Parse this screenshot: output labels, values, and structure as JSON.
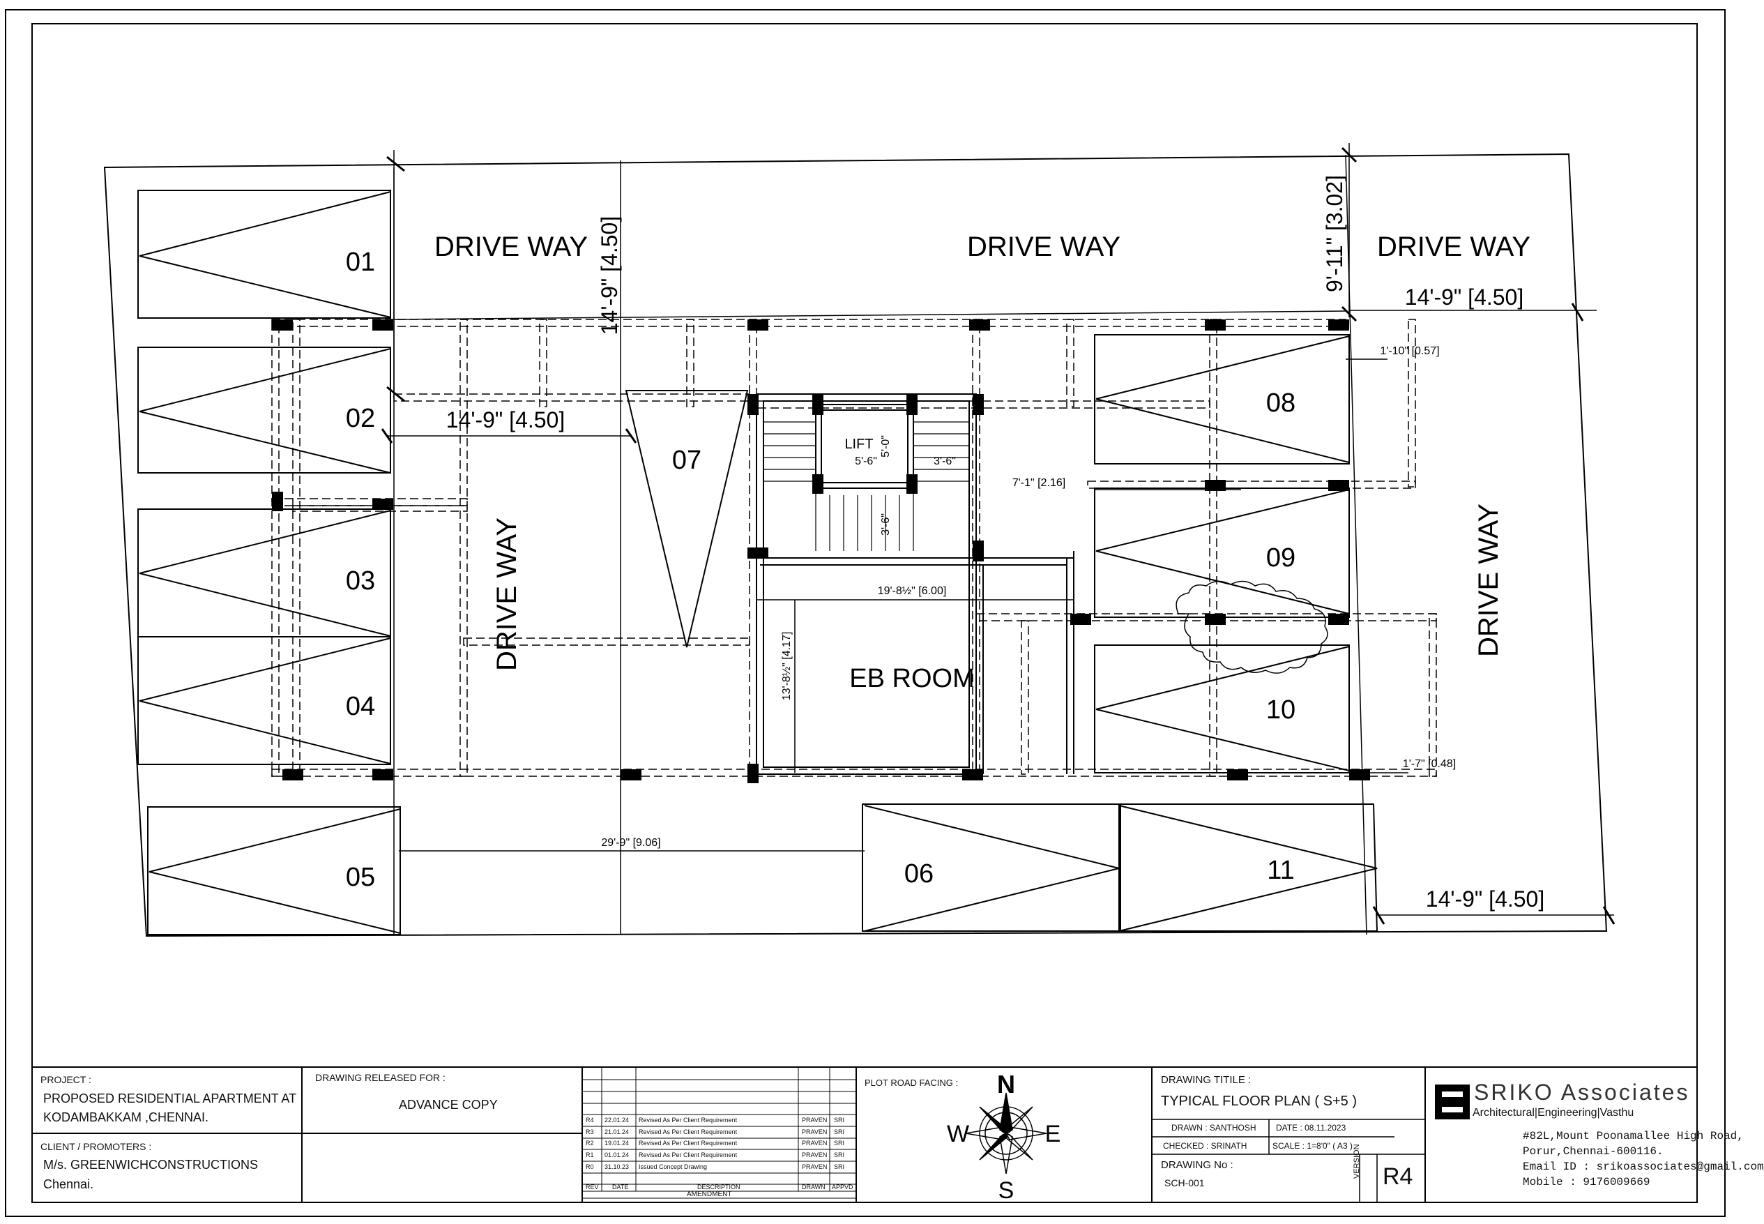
{
  "plan": {
    "drive_way_labels": [
      "DRIVE WAY",
      "DRIVE WAY",
      "DRIVE WAY",
      "DRIVE WAY",
      "DRIVE WAY"
    ],
    "parking_bays": [
      "01",
      "02",
      "03",
      "04",
      "05",
      "06",
      "07",
      "08",
      "09",
      "10",
      "11"
    ],
    "rooms": {
      "eb_room": "EB ROOM",
      "lift": "LIFT"
    },
    "dimensions": {
      "d_top_left_vertical": "14'-9\" [4.50]",
      "d_top_right_vertical": "9'-11\" [3.02]",
      "d_top_right_horizontal": "14'-9\" [4.50]",
      "d_left_horizontal": "14'-9\" [4.50]",
      "d_bottom_right": "14'-9\" [4.50]",
      "d_eb_width": "19'-8½\" [6.00]",
      "d_eb_height": "13'-8½\" [4.17]",
      "d_lobby": "7'-1\" [2.16]",
      "d_bottom_span": "29'-9\" [9.06]",
      "d_right_small_top": "1'-10\" [0.57]",
      "d_right_small_bottom": "1'-7\" [0.48]",
      "d_lift_w1": "5'-6\"",
      "d_lift_w2": "3'-6\"",
      "d_lift_h": "5'-0\"",
      "d_stair": "3'-6\""
    }
  },
  "title_block": {
    "project_label": "PROJECT :",
    "project_line1": "PROPOSED RESIDENTIAL APARTMENT AT",
    "project_line2": "KODAMBAKKAM ,CHENNAI.",
    "client_label": "CLIENT / PROMOTERS :",
    "client_line1": "M/s. GREENWICHCONSTRUCTIONS",
    "client_line2": "Chennai.",
    "released_label": "DRAWING RELEASED FOR :",
    "released_value": "ADVANCE COPY",
    "amendments": [
      {
        "rev": "R4",
        "date": "22.01.24",
        "desc": "Revised As Per Client Requirement",
        "drawn": "PRAVEN",
        "appvd": "SRI"
      },
      {
        "rev": "R3",
        "date": "21.01.24",
        "desc": "Revised As Per Client Requirement",
        "drawn": "PRAVEN",
        "appvd": "SRI"
      },
      {
        "rev": "R2",
        "date": "19.01.24",
        "desc": "Revised As Per Client Requirement",
        "drawn": "PRAVEN",
        "appvd": "SRI"
      },
      {
        "rev": "R1",
        "date": "01.01.24",
        "desc": "Revised As Per Client Requirement",
        "drawn": "PRAVEN",
        "appvd": "SRI"
      },
      {
        "rev": "R0",
        "date": "31.10.23",
        "desc": "Issued Concept Drawing",
        "drawn": "PRAVEN",
        "appvd": "SRI"
      }
    ],
    "amend_headers": {
      "rev": "REV",
      "date": "DATE",
      "desc": "DESCRIPTION",
      "drawn": "DRAWN",
      "appvd": "APPVD"
    },
    "amend_footer": "AMENDMENT",
    "plot_facing_label": "PLOT ROAD FACING :",
    "compass": {
      "n": "N",
      "s": "S",
      "e": "E",
      "w": "W"
    },
    "drawing_title_label": "DRAWING TITILE :",
    "drawing_title": "TYPICAL FLOOR PLAN ( S+5 )",
    "drawn": "DRAWN  : SANTHOSH",
    "date": "DATE :  08.11.2023",
    "checked": "CHECKED : SRINATH",
    "scale": "SCALE :  1=8'0\"  ( A3 )",
    "drawing_no_label": "DRAWING No :",
    "drawing_no": "SCH-001",
    "version_label": "VERSION",
    "version": "R4",
    "firm_name": "SRIKO  Associates",
    "firm_tagline": "Architectural|Engineering|Vasthu",
    "address1": "#82L,Mount Poonamallee High Road,",
    "address2": "Porur,Chennai-600116.",
    "email": "Email ID  :  srikoassociates@gmail.com",
    "mobile": "Mobile     :  9176009669"
  }
}
